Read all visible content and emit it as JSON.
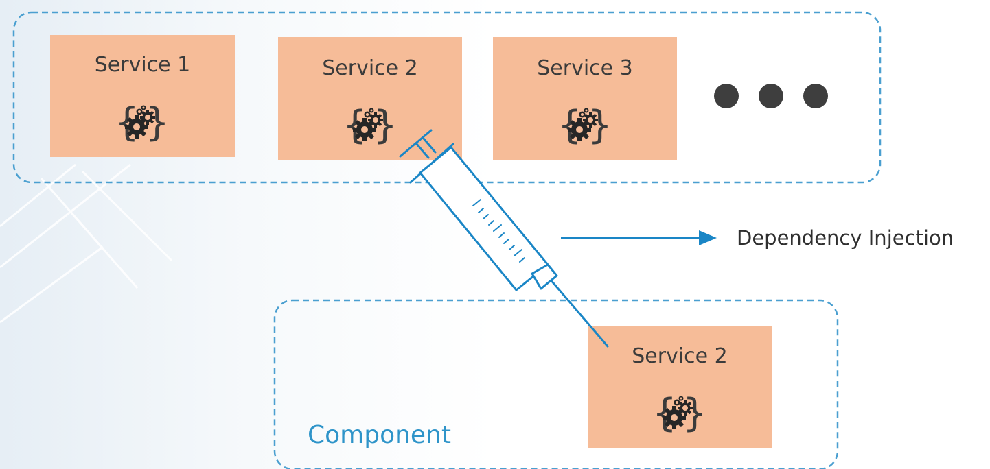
{
  "services_row": {
    "services": [
      {
        "label": "Service 1",
        "icon": "gears-icon"
      },
      {
        "label": "Service 2",
        "icon": "gears-icon"
      },
      {
        "label": "Service 3",
        "icon": "gears-icon"
      }
    ],
    "more_indicator": "ellipsis-dots-icon"
  },
  "injection": {
    "label": "Dependency Injection",
    "icon": "syringe-icon"
  },
  "component": {
    "label": "Component",
    "service": {
      "label": "Service 2",
      "icon": "gears-icon"
    }
  },
  "colors": {
    "service_fill": "#f6bc98",
    "dashed_border": "#4a9fd0",
    "accent_blue": "#1a86c6",
    "text": "#3b3b3b",
    "dots": "#3e3e3e"
  }
}
